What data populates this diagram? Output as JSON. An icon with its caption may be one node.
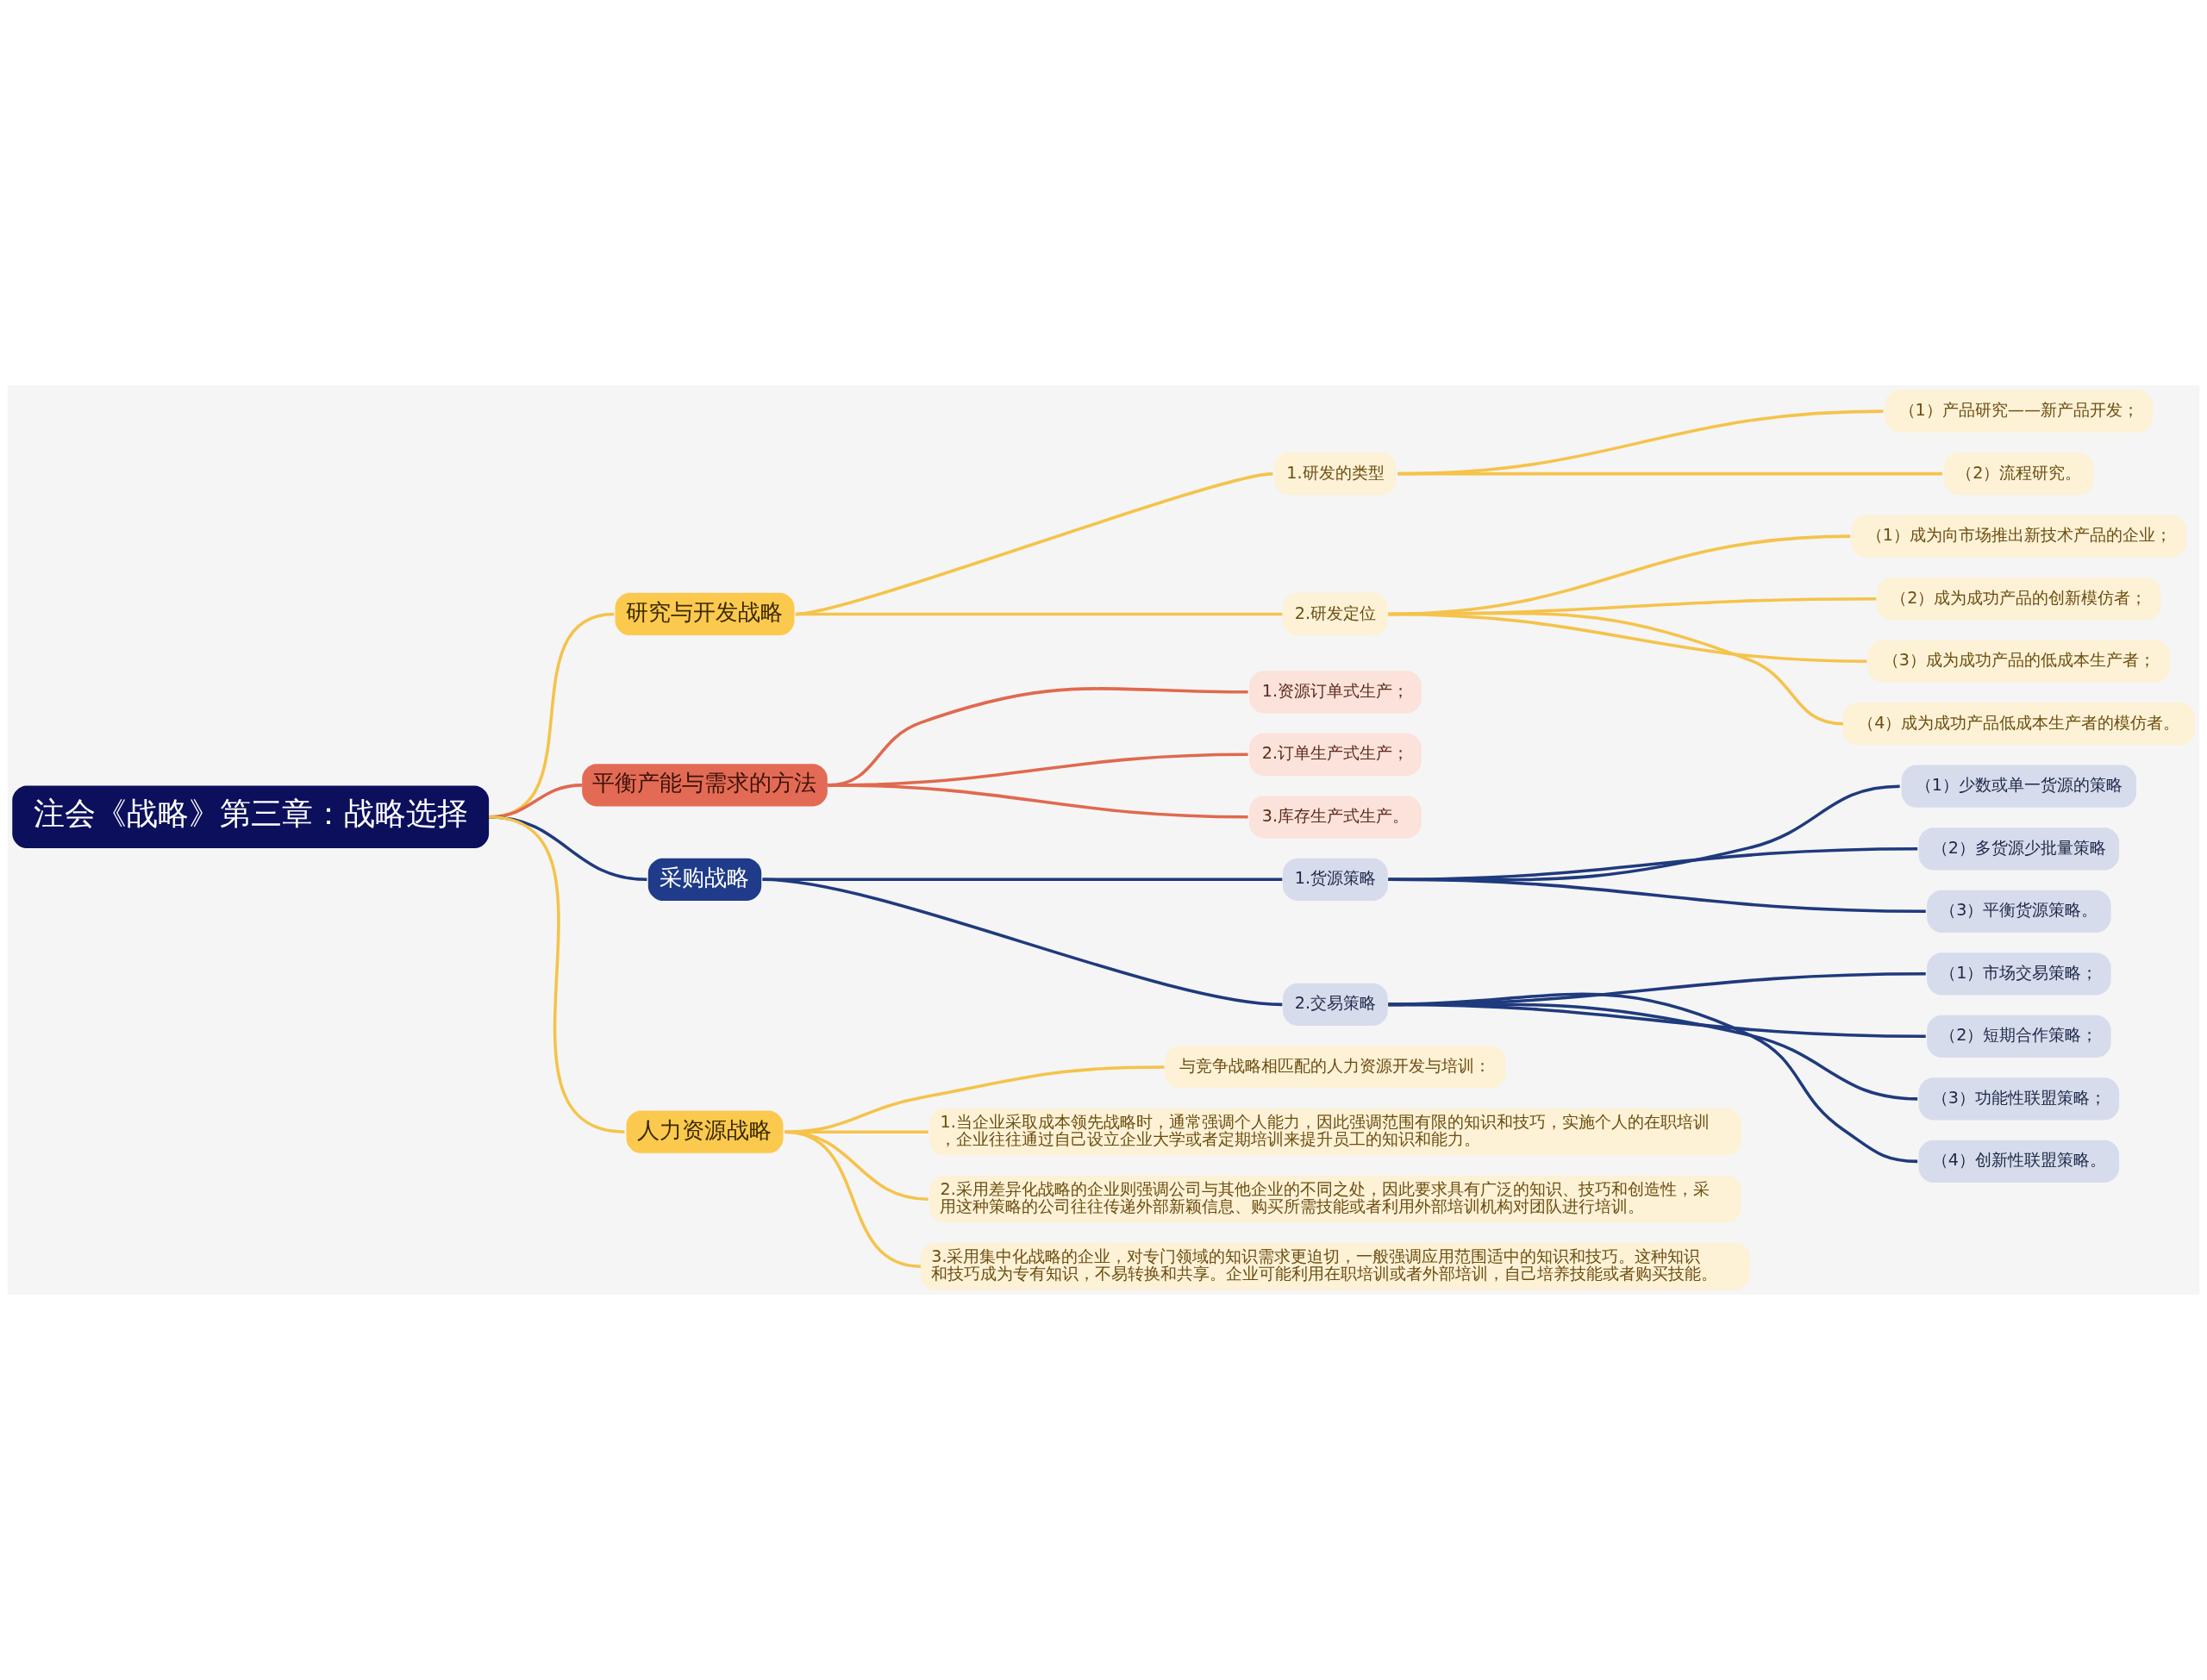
{
  "diagram": {
    "nodes": [
      {
        "text": [
          "注会《战略》第三章：战略选择"
        ]
      },
      {
        "text": [
          "研究与开发战略"
        ]
      },
      {
        "text": [
          "1.研发的类型"
        ]
      },
      {
        "text": [
          "（1）产品研究——新产品开发；"
        ]
      },
      {
        "text": [
          "（2）流程研究。"
        ]
      },
      {
        "text": [
          "2.研发定位"
        ]
      },
      {
        "text": [
          "（1）成为向市场推出新技术产品的企业；"
        ]
      },
      {
        "text": [
          "（2）成为成功产品的创新模仿者；"
        ]
      },
      {
        "text": [
          "（3）成为成功产品的低成本生产者；"
        ]
      },
      {
        "text": [
          "（4）成为成功产品低成本生产者的模仿者。"
        ]
      },
      {
        "text": [
          "平衡产能与需求的方法"
        ]
      },
      {
        "text": [
          "1.资源订单式生产；"
        ]
      },
      {
        "text": [
          "2.订单生产式生产；"
        ]
      },
      {
        "text": [
          "3.库存生产式生产。"
        ]
      },
      {
        "text": [
          "采购战略"
        ]
      },
      {
        "text": [
          "1.货源策略"
        ]
      },
      {
        "text": [
          "（1）少数或单一货源的策略"
        ]
      },
      {
        "text": [
          "（2）多货源少批量策略"
        ]
      },
      {
        "text": [
          "（3）平衡货源策略。"
        ]
      },
      {
        "text": [
          "2.交易策略"
        ]
      },
      {
        "text": [
          "（1）市场交易策略；"
        ]
      },
      {
        "text": [
          "（2）短期合作策略；"
        ]
      },
      {
        "text": [
          "（3）功能性联盟策略；"
        ]
      },
      {
        "text": [
          "（4）创新性联盟策略。"
        ]
      },
      {
        "text": [
          "人力资源战略"
        ]
      },
      {
        "text": [
          "与竞争战略相匹配的人力资源开发与培训："
        ]
      },
      {
        "text": [
          "1.当企业采取成本领先战略时，通常强调个人能力，因此强调范围有限的知识和技巧，实施个人的在职培训，企业往往通过自己设立企业大学或者定期培训来提升员工的知识和能力。"
        ]
      },
      {
        "text": [
          "2.采用差异化战略的企业则强调公司与其他企业的不同之处，因此要求具有广泛的知识、技巧和创造性，采用这种策略的公司往往传递外部新颖信息、购买所需技能或者利用外部培训机构对团队进行培训。"
        ]
      },
      {
        "text": [
          "3.采用集中化战略的企业，对专门领域的知识需求更迫切，一般强调应用范围适中的知识和技巧。这种知识和技巧成为专有知识，不易转换和共享。企业可能利用在职培训或者外部培训，自己培养技能或者购买技能。"
        ]
      }
    ],
    "edges": [
      {
        "from": 0,
        "to": 1,
        "arrow": "none"
      },
      {
        "from": 1,
        "to": 2,
        "arrow": "none"
      },
      {
        "from": 2,
        "to": 3,
        "arrow": "none"
      },
      {
        "from": 2,
        "to": 4,
        "arrow": "none"
      },
      {
        "from": 1,
        "to": 5,
        "arrow": "none"
      },
      {
        "from": 5,
        "to": 6,
        "arrow": "none"
      },
      {
        "from": 5,
        "to": 7,
        "arrow": "none"
      },
      {
        "from": 5,
        "to": 8,
        "arrow": "none"
      },
      {
        "from": 5,
        "to": 9,
        "arrow": "none"
      },
      {
        "from": 0,
        "to": 10,
        "arrow": "none",
        "color": "#e0694f"
      },
      {
        "from": 10,
        "to": 11,
        "arrow": "none",
        "color": "#e0694f"
      },
      {
        "from": 10,
        "to": 12,
        "arrow": "none",
        "color": "#e0694f"
      },
      {
        "from": 10,
        "to": 13,
        "arrow": "none",
        "color": "#e0694f"
      },
      {
        "from": 0,
        "to": 14,
        "arrow": "none",
        "color": "#1f3a7d"
      },
      {
        "from": 14,
        "to": 15,
        "arrow": "none",
        "color": "#1f3a7d"
      },
      {
        "from": 15,
        "to": 16,
        "arrow": "none",
        "color": "#1f3a7d"
      },
      {
        "from": 15,
        "to": 17,
        "arrow": "none",
        "color": "#1f3a7d"
      },
      {
        "from": 15,
        "to": 18,
        "arrow": "none",
        "color": "#1f3a7d"
      },
      {
        "from": 14,
        "to": 19,
        "arrow": "none",
        "color": "#1f3a7d"
      },
      {
        "from": 19,
        "to": 20,
        "arrow": "none",
        "color": "#1f3a7d"
      },
      {
        "from": 19,
        "to": 21,
        "arrow": "none",
        "color": "#1f3a7d"
      },
      {
        "from": 19,
        "to": 22,
        "arrow": "none",
        "color": "#1f3a7d"
      },
      {
        "from": 19,
        "to": 23,
        "arrow": "none",
        "color": "#1f3a7d"
      },
      {
        "from": 0,
        "to": 24,
        "arrow": "none"
      },
      {
        "from": 24,
        "to": 25,
        "arrow": "none"
      },
      {
        "from": 24,
        "to": 26,
        "arrow": "none"
      },
      {
        "from": 24,
        "to": 27,
        "arrow": "none"
      },
      {
        "from": 24,
        "to": 28,
        "arrow": "none"
      }
    ]
  }
}
